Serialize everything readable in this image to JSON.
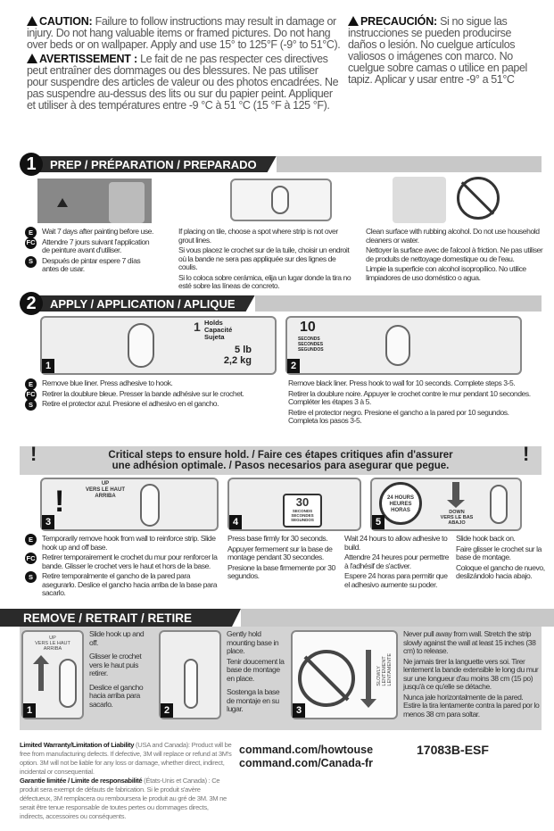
{
  "caution": {
    "en_label": "CAUTION:",
    "en_text": "Failure to follow instructions may result in damage or injury. Do not hang valuable items or framed pictures. Do not hang over beds or on wallpaper. Apply and use 15° to 125°F (-9° to 51°C).",
    "fr_label": "AVERTISSEMENT :",
    "fr_text": "Le fait de ne pas respecter ces directives peut entraîner des dommages ou des blessures. Ne pas utiliser pour suspendre des articles de valeur ou des photos encadrées. Ne pas suspendre au-dessus des lits ou sur du papier peint. Appliquer et utiliser à des températures entre -9 °C à 51 °C (15 °F à 125 °F).",
    "es_label": "PRECAUCIÓN:",
    "es_text": "Si no sigue las instrucciones se pueden producirse daños o lesión. No cuelgue artículos valiosos o imágenes con marco. No cuelgue sobre camas o utilice en papel tapiz. Aplicar y usar entre -9° a 51°C"
  },
  "lang_badges": [
    "E",
    "FC",
    "S"
  ],
  "prep": {
    "num": "1",
    "title": "PREP / PRÉPARATION / PREPARADO",
    "cols": [
      {
        "E": "Wait 7 days after painting before use.",
        "FC": "Attendre 7 jours suivant l'application de peinture avant d'utiliser.",
        "S": "Después de pintar espere 7 días antes de usar."
      },
      {
        "E": "If placing on tile, choose a spot where strip is not over grout lines.",
        "FC": "Si vous placez le crochet sur de la tuile, choisir un endroit où la bande ne sera pas appliquée sur des lignes de coulis.",
        "S": "Si lo coloca sobre cerámica, elija un lugar donde la tira no esté sobre las líneas de concreto."
      },
      {
        "E": "Clean surface with rubbing alcohol. Do not use household cleaners or water.",
        "FC": "Nettoyer la surface avec de l'alcool à friction. Ne pas utiliser de produits de nettoyage domestique ou de l'eau.",
        "S": "Limpie la superficie con alcohol isopropílico. No utilice limpiadores de uso doméstico o agua."
      }
    ]
  },
  "apply": {
    "num": "2",
    "title": "APPLY / APPLICATION / APLIQUE",
    "holds": [
      "Holds",
      "Capacité",
      "Sujeta"
    ],
    "weight_lb": "5 lb",
    "weight_kg": "2,2 kg",
    "seconds_num": "10",
    "seconds_label": [
      "SECONDS",
      "SECONDES",
      "SEGUNDOS"
    ],
    "steps": [
      {
        "n": "1",
        "E": "Remove blue liner. Press adhesive to hook.",
        "FC": "Retirer la doublure bleue. Presser la bande adhésive sur le crochet.",
        "S": "Retire el protector azul. Presione el adhesivo en el gancho."
      },
      {
        "n": "2",
        "E": "Remove black liner. Press hook to wall for 10 seconds. Complete steps 3-5.",
        "FC": "Retirer la doublure noire. Appuyer le crochet contre le mur pendant 10 secondes. Compléter les étapes 3 à 5.",
        "S": "Retire el protector negro. Presione el gancho a la pared por 10 segundos. Completa los pasos 3-5."
      }
    ]
  },
  "critical": {
    "line1": "Critical steps to ensure hold. / Faire ces étapes critiques afin d'assurer",
    "line2": "une adhésion optimale. / Pasos necesarios para asegurar que pegue."
  },
  "steps35": {
    "up_label": [
      "UP",
      "VERS LE HAUT",
      "ARRIBA"
    ],
    "thirty": "30",
    "thirty_label": [
      "SECONDS",
      "SECONDES",
      "SEGUNDOS"
    ],
    "hours": [
      "24 HOURS",
      "HEURES",
      "HORAS"
    ],
    "down_label": [
      "DOWN",
      "VERS LE BAS",
      "ABAJO"
    ],
    "nums": [
      "3",
      "4",
      "5"
    ],
    "cols": [
      {
        "E": "Temporarily remove hook from wall to reinforce strip. Slide hook up and off base.",
        "FC": "Retirer temporairement le crochet du mur pour renforcer la bande. Glisser le crochet vers le haut et hors de la base.",
        "S": "Retire temporalmente el gancho de la pared para asegurarlo. Deslice el gancho hacia arriba de la base para sacarlo."
      },
      {
        "E": "Press base firmly for 30 seconds.",
        "FC": "Appuyer fermement sur la base de montage pendant 30 secondes.",
        "S": "Presione la base firmemente por 30 segundos."
      },
      {
        "E": "Wait 24 hours to allow adhesive to build.",
        "FC": "Attendre 24 heures pour permettre à l'adhésif de s'activer.",
        "S": "Espere 24 horas para permitir que el adhesivo aumente su poder."
      },
      {
        "E": "Slide hook back on.",
        "FC": "Faire glisser le crochet sur la base de montage.",
        "S": "Coloque el gancho de nuevo, deslizándolo hacia abajo."
      }
    ]
  },
  "remove": {
    "title": "REMOVE / RETRAIT / RETIRE",
    "up_label": [
      "UP",
      "VERS LE HAUT",
      "ARRIBA"
    ],
    "slowly": [
      "SLOWLY",
      "LENTEMENT",
      "LENTAMENTE"
    ],
    "steps": [
      {
        "n": "1",
        "E": "Slide hook up and off.",
        "FC": "Glisser le crochet vers le haut puis retirer.",
        "S": "Deslice el gancho hacia arriba para sacarlo."
      },
      {
        "n": "2",
        "E": "Gently hold mounting base in place.",
        "FC": "Tenir doucement la base de montage en place.",
        "S": "Sostenga la base de montaje en su lugar."
      },
      {
        "n": "3",
        "E": "Never pull away from wall. Stretch the strip slowly against the wall at least 15 inches (38 cm) to release.",
        "FC": "Ne jamais tirer la languette vers soi. Tirer lentement la bande extensible le long du mur sur une longueur d'au moins 38 cm (15 po) jusqu'à ce qu'elle se détache.",
        "S": "Nunca jale horizontalmente de la pared. Estire la tira lentamente contra la pared por lo menos 38 cm para soltar."
      }
    ]
  },
  "footer": {
    "warranty_en_label": "Limited Warranty/Limitation of Liability",
    "warranty_en": "(USA and Canada): Product will be free from manufacturing defects. If defective, 3M will replace or refund at 3M's option. 3M will not be liable for any loss or damage, whether direct, indirect, incidental or consequential.",
    "warranty_fr_label": "Garantie limitée / Limite de responsabilité",
    "warranty_fr": "(États-Unis et Canada) : Ce produit sera exempt de défauts de fabrication. Si le produit s'avère défectueux, 3M remplacera ou remboursera le produit au gré de 3M. 3M ne serait être tenue responsable de toutes pertes ou dommages directs, indirects, accessoires ou conséquents.",
    "url1": "command.com/howtouse",
    "url2": "command.com/Canada-fr",
    "code": "17083B-ESF"
  }
}
